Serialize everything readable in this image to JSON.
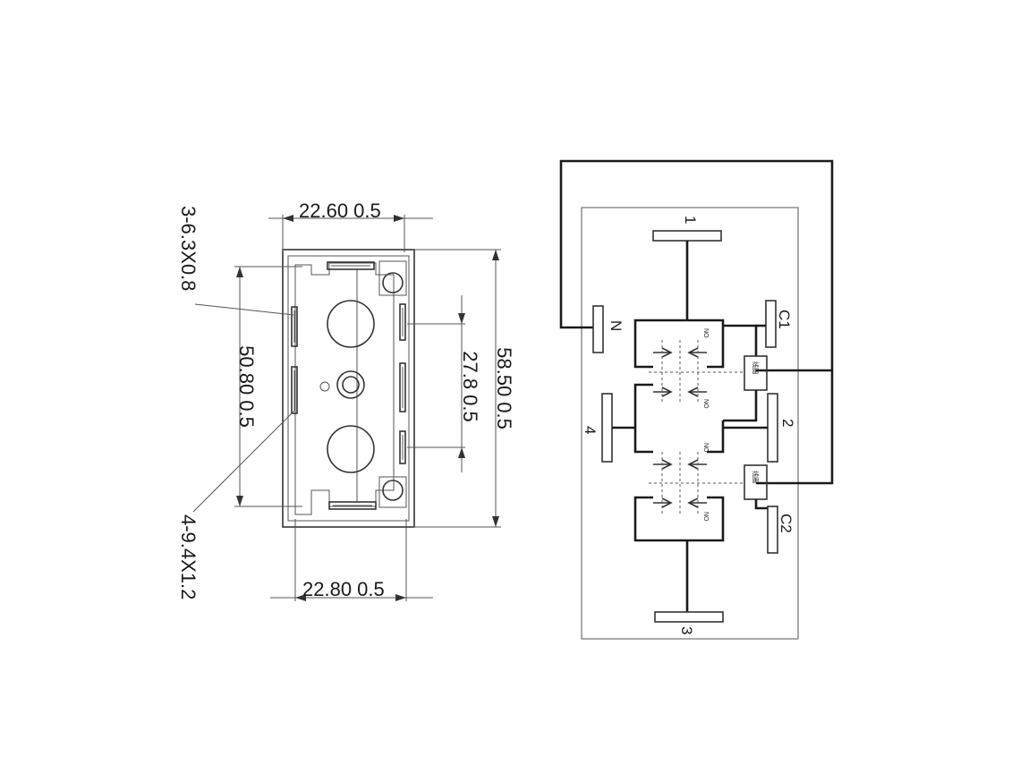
{
  "dimensions": {
    "top_width": "22.60  0.5",
    "bottom_width": "22.80  0.5",
    "inner_height": "50.80  0.5",
    "outer_height": "58.50  0.5",
    "slot_spacing": "27.8  0.5",
    "small_terminal": "3-6.3X0.8",
    "large_terminal": "4-9.4X1.2"
  },
  "schematic": {
    "terminals": [
      "1",
      "2",
      "3",
      "4",
      "N",
      "C1",
      "C2"
    ],
    "contact_labels": [
      "NO",
      "NO",
      "NO",
      "NO"
    ],
    "coil_labels": [
      "线圈",
      "线圈"
    ]
  }
}
